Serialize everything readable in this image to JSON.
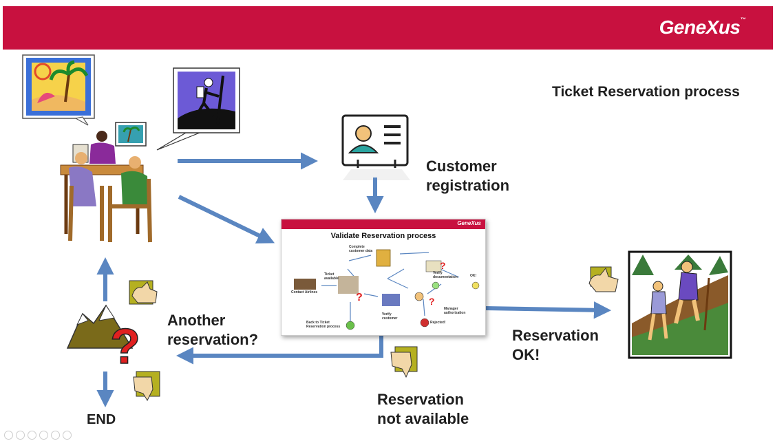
{
  "header": {
    "logo_text": "GeneXus",
    "color": "#c8113f"
  },
  "title": "Ticket Reservation process",
  "labels": {
    "customer_registration": [
      "Customer",
      "registration"
    ],
    "another_reservation": [
      "Another",
      "reservation?"
    ],
    "reservation_ok": [
      "Reservation",
      "OK!"
    ],
    "reservation_not_available": [
      "Reservation",
      "not available"
    ],
    "end": "END"
  },
  "subprocess": {
    "logo_text": "GeneXus",
    "title": "Validate Reservation process",
    "labels": {
      "complete_customer_data": [
        "Complete",
        "customer data"
      ],
      "verify_documentation": [
        "Verify",
        "documentation"
      ],
      "ticket_available": [
        "Ticket",
        "available"
      ],
      "contact_airlines": "Contact Airlines",
      "verify_customer": [
        "Verify",
        "customer"
      ],
      "manager_authorization": [
        "Manager",
        "authorization"
      ],
      "ok": "OK!",
      "rejected": "Rejected!",
      "back_to_ticket": [
        "Back to Ticket",
        "Reservation process"
      ]
    }
  },
  "colors": {
    "arrow": "#5a86c1",
    "question_mark": "#e02020",
    "accent": "#c8113f"
  }
}
